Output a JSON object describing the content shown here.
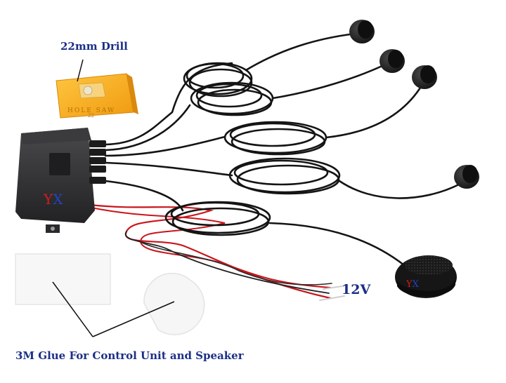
{
  "labels": {
    "drill": "22mm Drill",
    "voltage": "12V",
    "glue": "3M Glue For Control Unit and Speaker"
  },
  "brand": {
    "first_letter": "Y",
    "second_letter": "X",
    "first_color": "#d21c1c",
    "second_color": "#1f45c0"
  },
  "box_print": {
    "line1": "HOLE SAW",
    "line2": "22"
  },
  "colors": {
    "label_text": "#1b2f86",
    "cable": "#141414",
    "red_wire": "#c8161b",
    "drill_box": "#f5a623",
    "control_unit": "#2f2f31",
    "sensor": "#1b1b1b"
  }
}
